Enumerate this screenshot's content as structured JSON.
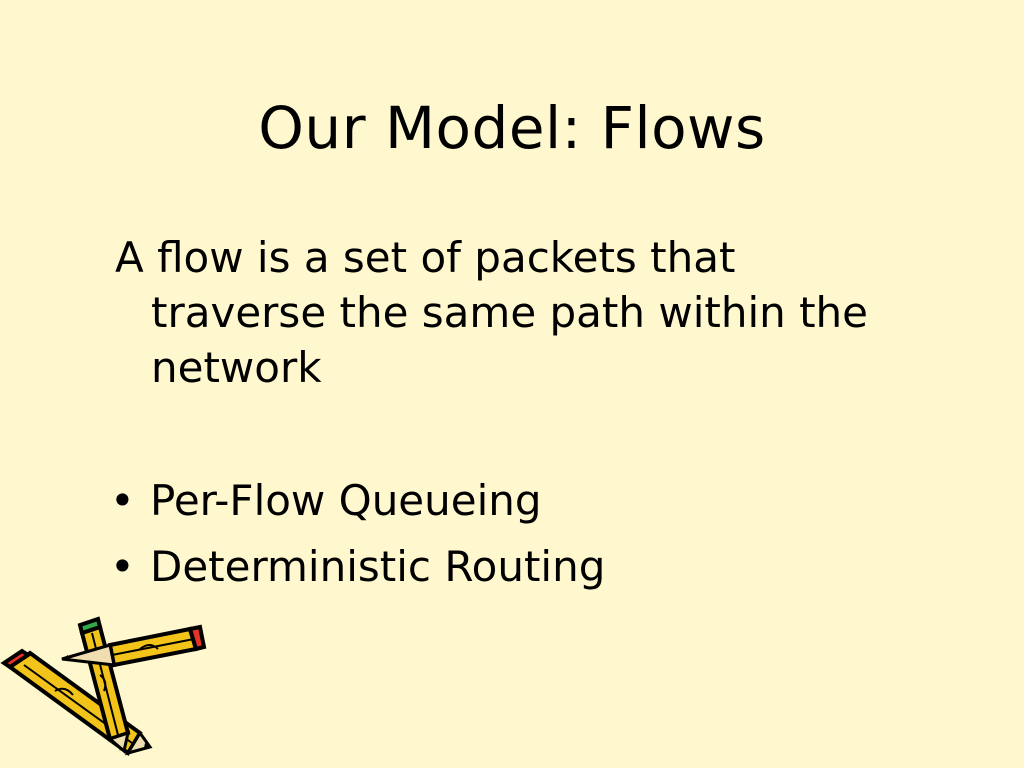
{
  "slide": {
    "title": "Our Model: Flows",
    "paragraph_lines": [
      "A flow is a set of packets that",
      "traverse the same path within the",
      "network"
    ],
    "bullet_symbol": "•",
    "bullets": [
      "Per-Flow Queueing",
      "Deterministic Routing"
    ]
  },
  "colors": {
    "background": "#fff8cf",
    "pencil_yellow": "#f2c318",
    "pencil_red": "#e53325",
    "pencil_green": "#32a84a"
  },
  "icons": {
    "pencils": "crossed-pencils-icon"
  }
}
